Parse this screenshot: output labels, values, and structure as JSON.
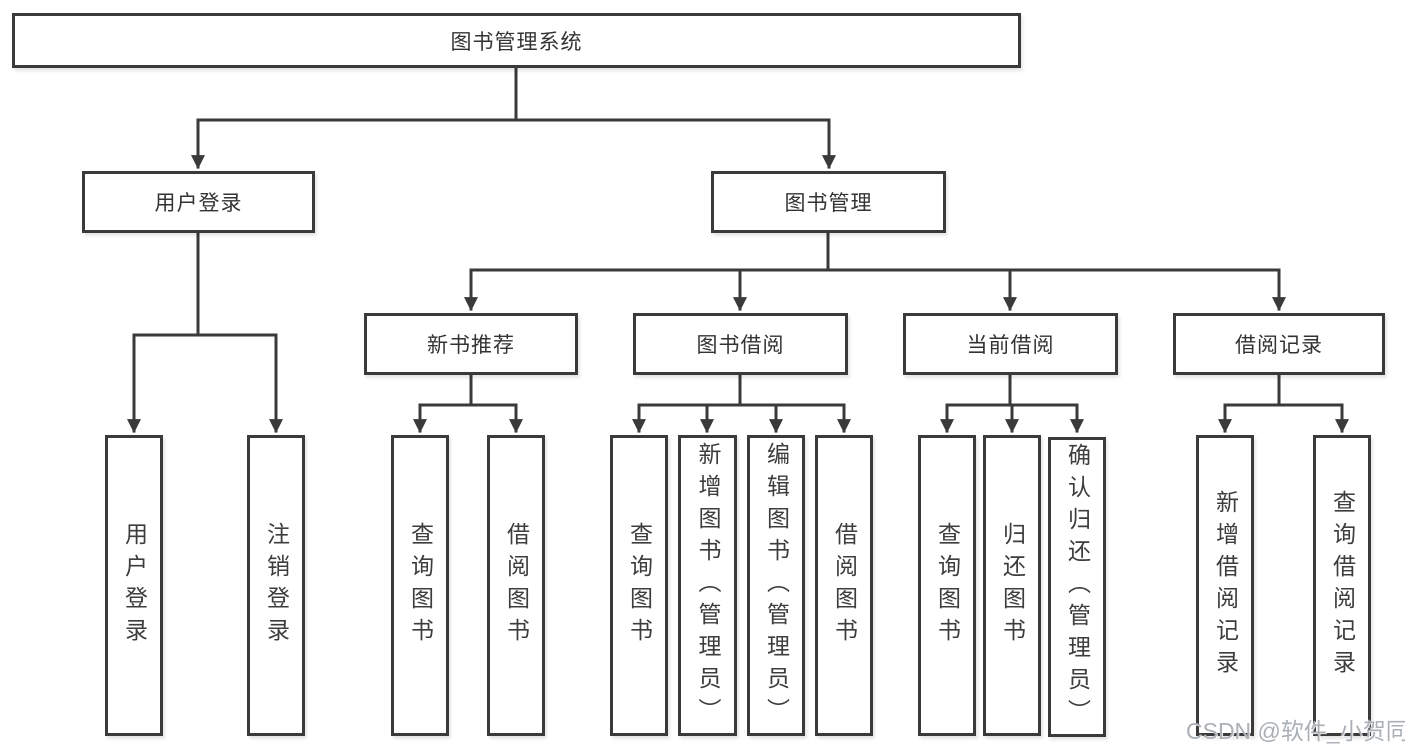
{
  "diagram_title": "图书管理系统",
  "tree": {
    "label": "图书管理系统",
    "children": [
      {
        "label": "用户登录",
        "children": [
          {
            "label": "用户登录"
          },
          {
            "label": "注销登录"
          }
        ]
      },
      {
        "label": "图书管理",
        "children": [
          {
            "label": "新书推荐",
            "children": [
              {
                "label": "查询图书"
              },
              {
                "label": "借阅图书"
              }
            ]
          },
          {
            "label": "图书借阅",
            "children": [
              {
                "label": "查询图书"
              },
              {
                "label": "新增图书（管理员）"
              },
              {
                "label": "编辑图书（管理员）"
              },
              {
                "label": "借阅图书"
              }
            ]
          },
          {
            "label": "当前借阅",
            "children": [
              {
                "label": "查询图书"
              },
              {
                "label": "归还图书"
              },
              {
                "label": "确认归还（管理员）"
              }
            ]
          },
          {
            "label": "借阅记录",
            "children": [
              {
                "label": "新增借阅记录"
              },
              {
                "label": "查询借阅记录"
              }
            ]
          }
        ]
      }
    ]
  },
  "watermark": {
    "text": "CSDN @软件_小贺同学"
  },
  "colors": {
    "background": "#ffffff",
    "box_border": "#3a3a3a",
    "connector_line": "#3a3a3a",
    "box_text": "#3d3d3d",
    "watermark_text": "#aab0b6"
  }
}
